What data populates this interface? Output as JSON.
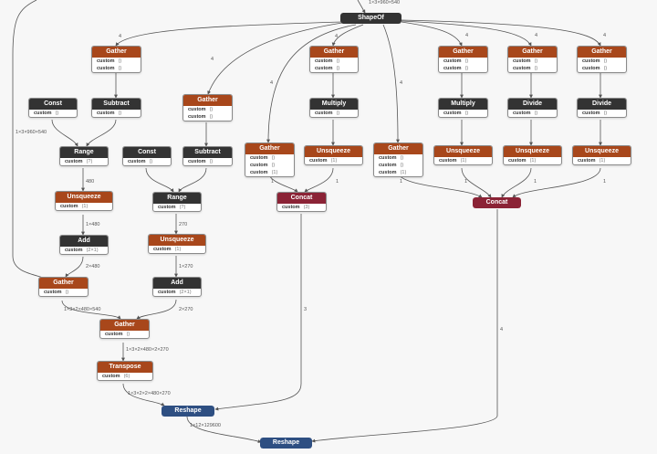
{
  "nodes": {
    "shapeof": {
      "title": "ShapeOf",
      "color": "#333333",
      "rows": []
    },
    "gather1": {
      "title": "Gather",
      "color": "#a8471b",
      "rows": [
        {
          "k": "custom",
          "v": "()"
        },
        {
          "k": "custom",
          "v": "()"
        }
      ]
    },
    "const1": {
      "title": "Const",
      "color": "#333333",
      "rows": [
        {
          "k": "custom",
          "v": "()"
        }
      ]
    },
    "subtract1": {
      "title": "Subtract",
      "color": "#333333",
      "rows": [
        {
          "k": "custom",
          "v": "()"
        }
      ]
    },
    "range1": {
      "title": "Range",
      "color": "#333333",
      "rows": [
        {
          "k": "custom",
          "v": "(?)"
        }
      ]
    },
    "unsqueeze1": {
      "title": "Unsqueeze",
      "color": "#a8471b",
      "rows": [
        {
          "k": "custom",
          "v": "(1)"
        }
      ]
    },
    "add1": {
      "title": "Add",
      "color": "#333333",
      "rows": [
        {
          "k": "custom",
          "v": "(2×1)"
        }
      ]
    },
    "gather_l": {
      "title": "Gather",
      "color": "#a8471b",
      "rows": [
        {
          "k": "custom",
          "v": "()"
        }
      ]
    },
    "gather2": {
      "title": "Gather",
      "color": "#a8471b",
      "rows": [
        {
          "k": "custom",
          "v": "()"
        },
        {
          "k": "custom",
          "v": "()"
        }
      ]
    },
    "const2": {
      "title": "Const",
      "color": "#333333",
      "rows": [
        {
          "k": "custom",
          "v": "()"
        }
      ]
    },
    "subtract2": {
      "title": "Subtract",
      "color": "#333333",
      "rows": [
        {
          "k": "custom",
          "v": "()"
        }
      ]
    },
    "range2": {
      "title": "Range",
      "color": "#333333",
      "rows": [
        {
          "k": "custom",
          "v": "(?)"
        }
      ]
    },
    "unsqueeze2": {
      "title": "Unsqueeze",
      "color": "#a8471b",
      "rows": [
        {
          "k": "custom",
          "v": "(1)"
        }
      ]
    },
    "add2": {
      "title": "Add",
      "color": "#333333",
      "rows": [
        {
          "k": "custom",
          "v": "(2×1)"
        }
      ]
    },
    "gather_m": {
      "title": "Gather",
      "color": "#a8471b",
      "rows": [
        {
          "k": "custom",
          "v": "()"
        }
      ]
    },
    "transpose": {
      "title": "Transpose",
      "color": "#a8471b",
      "rows": [
        {
          "k": "custom",
          "v": "(6)"
        }
      ]
    },
    "gather3": {
      "title": "Gather",
      "color": "#a8471b",
      "rows": [
        {
          "k": "custom",
          "v": "()"
        },
        {
          "k": "custom",
          "v": "()"
        },
        {
          "k": "custom",
          "v": "(1)"
        }
      ]
    },
    "gather4": {
      "title": "Gather",
      "color": "#a8471b",
      "rows": [
        {
          "k": "custom",
          "v": "()"
        },
        {
          "k": "custom",
          "v": "()"
        }
      ]
    },
    "multiply1": {
      "title": "Multiply",
      "color": "#333333",
      "rows": [
        {
          "k": "custom",
          "v": "()"
        }
      ]
    },
    "unsqueeze3": {
      "title": "Unsqueeze",
      "color": "#a8471b",
      "rows": [
        {
          "k": "custom",
          "v": "(1)"
        }
      ]
    },
    "concat1": {
      "title": "Concat",
      "color": "#8b2336",
      "rows": [
        {
          "k": "custom",
          "v": "(3)"
        }
      ]
    },
    "gather5": {
      "title": "Gather",
      "color": "#a8471b",
      "rows": [
        {
          "k": "custom",
          "v": "()"
        },
        {
          "k": "custom",
          "v": "()"
        },
        {
          "k": "custom",
          "v": "(1)"
        }
      ]
    },
    "gather6": {
      "title": "Gather",
      "color": "#a8471b",
      "rows": [
        {
          "k": "custom",
          "v": "()"
        },
        {
          "k": "custom",
          "v": "()"
        }
      ]
    },
    "multiply2": {
      "title": "Multiply",
      "color": "#333333",
      "rows": [
        {
          "k": "custom",
          "v": "()"
        }
      ]
    },
    "unsqueeze4": {
      "title": "Unsqueeze",
      "color": "#a8471b",
      "rows": [
        {
          "k": "custom",
          "v": "(1)"
        }
      ]
    },
    "gather7": {
      "title": "Gather",
      "color": "#a8471b",
      "rows": [
        {
          "k": "custom",
          "v": "()"
        },
        {
          "k": "custom",
          "v": "()"
        }
      ]
    },
    "divide1": {
      "title": "Divide",
      "color": "#333333",
      "rows": [
        {
          "k": "custom",
          "v": "()"
        }
      ]
    },
    "unsqueeze5": {
      "title": "Unsqueeze",
      "color": "#a8471b",
      "rows": [
        {
          "k": "custom",
          "v": "(1)"
        }
      ]
    },
    "gather8": {
      "title": "Gather",
      "color": "#a8471b",
      "rows": [
        {
          "k": "custom",
          "v": "()"
        },
        {
          "k": "custom",
          "v": "()"
        }
      ]
    },
    "divide2": {
      "title": "Divide",
      "color": "#333333",
      "rows": [
        {
          "k": "custom",
          "v": "()"
        }
      ]
    },
    "unsqueeze6": {
      "title": "Unsqueeze",
      "color": "#a8471b",
      "rows": [
        {
          "k": "custom",
          "v": "(1)"
        }
      ]
    },
    "concat2": {
      "title": "Concat",
      "color": "#8b2336",
      "rows": []
    },
    "reshape1": {
      "title": "Reshape",
      "color": "#2e4f82",
      "rows": []
    },
    "reshape2": {
      "title": "Reshape",
      "color": "#2e4f82",
      "rows": []
    }
  },
  "edge_labels": {
    "top": "1×3×960×540",
    "left": "1×3×960×540",
    "g1_out": "4",
    "g2_out": "4",
    "g3_in": "4",
    "g5_in": "4",
    "g6_in": "4",
    "g7_in": "4",
    "g8_in": "4",
    "range1_out": "480",
    "unsq1_out": "1×480",
    "add1_out": "2×480",
    "range2_out": "270",
    "unsq2_out": "1×270",
    "add2_out": "2×270",
    "gather_l_out": "1×3×2×480×540",
    "gather_m_out": "1×3×2×480×2×270",
    "transpose_out": "1×3×2×2×480×270",
    "reshape1_out": "1×12×129600",
    "g3_concat": "1",
    "unsq3_concat": "1",
    "concat1_out": "3",
    "g5_c2": "1",
    "u4_c2": "1",
    "u5_c2": "1",
    "u6_c2": "1",
    "concat2_out": "4"
  }
}
